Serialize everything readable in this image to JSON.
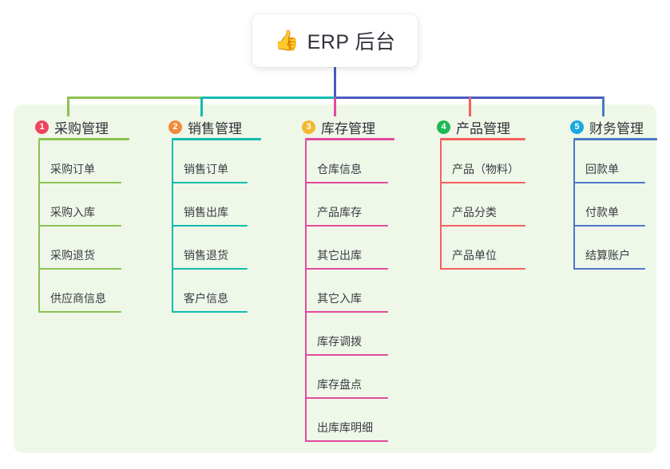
{
  "diagram": {
    "type": "mind-map",
    "title": "ERP 后台",
    "background_color": "#eef7e8",
    "root": {
      "icon": "thumbs-up-icon",
      "emoji": "👍",
      "label": "ERP 后台",
      "card_color": "#ffffff",
      "stem_color": "#4a5bc0"
    },
    "trunk_segments": [
      {
        "color": "#8cc152",
        "name": "trunk-segment-purchasing"
      },
      {
        "color": "#12bcae",
        "name": "trunk-segment-sales"
      },
      {
        "color": "#4a5bc0",
        "name": "trunk-segment-right"
      }
    ],
    "branches": [
      {
        "number": "1",
        "label": "采购管理",
        "badge_color": "#f0455f",
        "line_color": "#8cc152",
        "items": [
          "采购订单",
          "采购入库",
          "采购退货",
          "供应商信息"
        ]
      },
      {
        "number": "2",
        "label": "销售管理",
        "badge_color": "#f08a3c",
        "line_color": "#12bcae",
        "items": [
          "销售订单",
          "销售出库",
          "销售退货",
          "客户信息"
        ]
      },
      {
        "number": "3",
        "label": "库存管理",
        "badge_color": "#f5b731",
        "line_color": "#e3499f",
        "items": [
          "仓库信息",
          "产品库存",
          "其它出库",
          "其它入库",
          "库存调拨",
          "库存盘点",
          "出库库明细"
        ]
      },
      {
        "number": "4",
        "label": "产品管理",
        "badge_color": "#1db954",
        "line_color": "#f4615c",
        "items": [
          "产品（物料）",
          "产品分类",
          "产品单位"
        ]
      },
      {
        "number": "5",
        "label": "财务管理",
        "badge_color": "#19a8e0",
        "line_color": "#4a78c8",
        "items": [
          "回款单",
          "付款单",
          "结算账户"
        ]
      }
    ]
  }
}
